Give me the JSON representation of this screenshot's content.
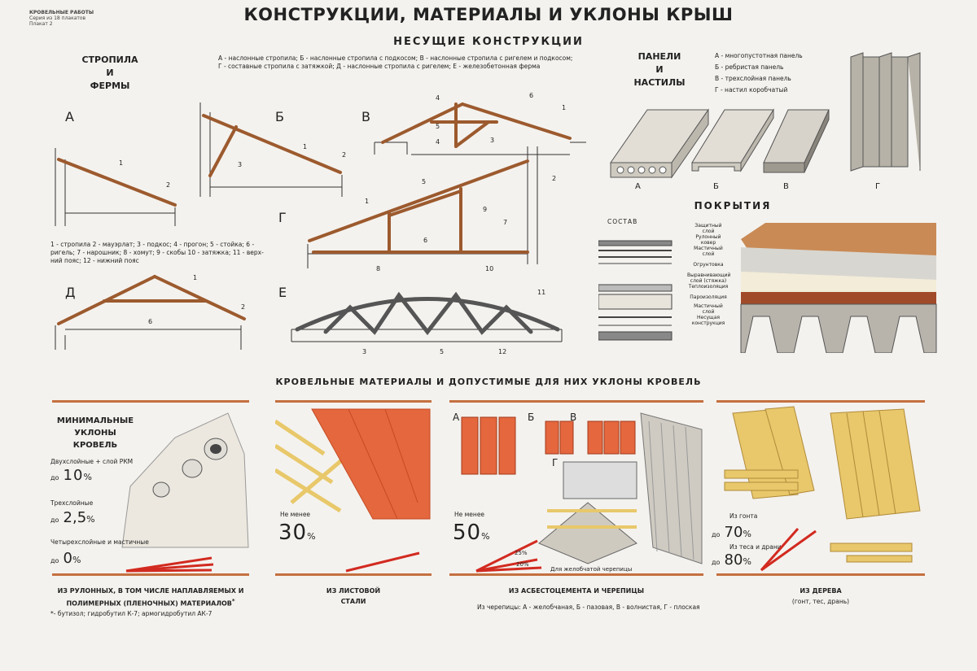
{
  "series": [
    "КРОВЕЛЬНЫЕ РАБОТЫ",
    "Серия из 18 плакатов",
    "Плакат 2"
  ],
  "title": "КОНСТРУКЦИИ, МАТЕРИАЛЫ И УКЛОНЫ КРЫШ",
  "bearing": {
    "heading": "НЕСУЩИЕ КОНСТРУКЦИИ",
    "legend": [
      "А - наслонные стропила; Б - наслонные стропила с подкосом; В - наслонные стропила с ригелем и подкосом;",
      "Г - составные стропила с затяжкой; Д - наслонные стропила с ригелем; Е - железобетонная ферма"
    ],
    "rafters_title": [
      "СТРОПИЛА",
      "И",
      "ФЕРМЫ"
    ],
    "letters": {
      "a": "А",
      "b": "Б",
      "v": "В",
      "g": "Г",
      "d": "Д",
      "e": "Е"
    },
    "parts_legend": [
      "1 - стропила 2 - мауэрлат; 3 - подкос; 4 - прогон; 5 - стойка; 6 -",
      "ригель; 7 - нарошник; 8 - хомут; 9 - скобы 10 - затяжка; 11 - верх-",
      "ний пояс; 12 - нижний пояс"
    ]
  },
  "panels": {
    "title": [
      "ПАНЕЛИ",
      "И",
      "НАСТИЛЫ"
    ],
    "legend": [
      "А - многопустотная панель",
      "Б - ребристая панель",
      "В - трехслойная панель",
      "Г - настил коробчатый"
    ],
    "labels": [
      "А",
      "Б",
      "В",
      "Г"
    ]
  },
  "coverings": {
    "heading": "ПОКРЫТИЯ",
    "composition": "СОСТАВ",
    "layers": [
      "Защитный",
      "слой",
      "Рулонный",
      "ковер",
      "Мастичный",
      "слой",
      "Огрунтовка",
      "Выравнивающий",
      "слой (стяжка)",
      "Теплоизоляция",
      "Пароизоляция",
      "Мастичный",
      "слой",
      "Несущая",
      "конструкция"
    ]
  },
  "materials": {
    "heading": "КРОВЕЛЬНЫЕ МАТЕРИАЛЫ И ДОПУСТИМЫЕ ДЛЯ НИХ УКЛОНЫ КРОВЕЛЬ",
    "panel1": {
      "title": [
        "МИНИМАЛЬНЫЕ",
        "УКЛОНЫ",
        "КРОВЕЛЬ"
      ],
      "row1_label": "Двухслойные + слой РКМ",
      "row1_value": "10",
      "do": "до",
      "pct": "%",
      "row2_label": "Трехслойные",
      "row2_value": "2,5",
      "row3_label": "Четырехслойные и мастичные",
      "row3_value": "0",
      "caption": [
        "ИЗ РУЛОННЫХ, В ТОМ ЧИСЛЕ НАПЛАВЛЯЕМЫХ И",
        "ПОЛИМЕРНЫХ (ПЛЕНОЧНЫХ) МАТЕРИАЛОВ"
      ],
      "asterisk": "*",
      "footnote": "*- бутизол; гидробутил К-7; армогидробутил АК-7"
    },
    "panel2": {
      "not_less": "Не менее",
      "value": "30",
      "pct": "%",
      "caption": [
        "ИЗ ЛИСТОВОЙ",
        "СТАЛИ"
      ]
    },
    "panel3": {
      "letters": [
        "А",
        "Б",
        "В",
        "Г"
      ],
      "not_less": "Не менее",
      "value": "50",
      "pct": "%",
      "angle1": "25%",
      "angle2": "20%",
      "tile_note": "Для желобчатой черепицы",
      "caption": "ИЗ АСБЕСТОЦЕМЕНТА И ЧЕРЕПИЦЫ",
      "note": "Из черепицы: А - желобчаная, Б - пазовая, В - волнистая, Г - плоская"
    },
    "panel4": {
      "shingle": "Из гонта",
      "do": "до",
      "value1": "70",
      "pct": "%",
      "boards": "Из теса и драни",
      "value2": "80",
      "caption": [
        "ИЗ ДЕРЕВА",
        "(гонт, тес, дрань)"
      ]
    }
  },
  "colors": {
    "wood": "#9c5a2e",
    "steel": "#e5673e",
    "red": "#d22a20",
    "bar": "#c47040",
    "wood_light": "#e8c86a"
  }
}
